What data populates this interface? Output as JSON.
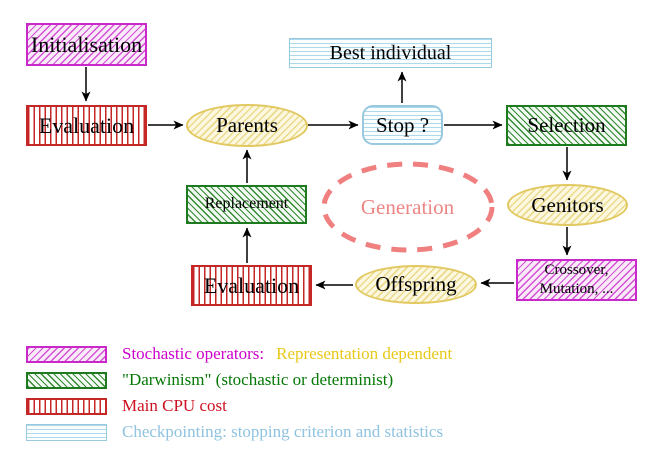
{
  "diagram_type": "evolutionary-algorithm-flowchart",
  "nodes": {
    "initialisation": "Initialisation",
    "evaluation_top": "Evaluation",
    "parents": "Parents",
    "best_individual": "Best individual",
    "stop": "Stop ?",
    "selection": "Selection",
    "replacement": "Replacement",
    "generation": "Generation",
    "genitors": "Genitors",
    "crossover_line1": "Crossover,",
    "crossover_line2": "Mutation, ...",
    "offspring": "Offspring",
    "evaluation_bottom": "Evaluation"
  },
  "edges": [
    {
      "from": "Initialisation",
      "to": "Evaluation (top)"
    },
    {
      "from": "Evaluation (top)",
      "to": "Parents"
    },
    {
      "from": "Parents",
      "to": "Stop ?"
    },
    {
      "from": "Stop ?",
      "to": "Best individual"
    },
    {
      "from": "Stop ?",
      "to": "Selection"
    },
    {
      "from": "Selection",
      "to": "Genitors"
    },
    {
      "from": "Genitors",
      "to": "Crossover, Mutation, ..."
    },
    {
      "from": "Crossover, Mutation, ...",
      "to": "Offspring"
    },
    {
      "from": "Offspring",
      "to": "Evaluation (bottom)"
    },
    {
      "from": "Evaluation (bottom)",
      "to": "Replacement"
    },
    {
      "from": "Replacement",
      "to": "Parents"
    }
  ],
  "legend": {
    "rows": [
      {
        "pattern": "magenta-diagonal-hatch",
        "label": "Stochastic operators:",
        "label2": "Representation dependent"
      },
      {
        "pattern": "green-diagonal-hatch",
        "label": "\"Darwinism\" (stochastic or determinist)"
      },
      {
        "pattern": "red-vertical-stripes",
        "label": "Main CPU cost"
      },
      {
        "pattern": "cyan-horizontal-stripes",
        "label": "Checkpointing: stopping criterion and statistics"
      }
    ]
  },
  "colors": {
    "magenta": "#C929C9",
    "green": "#1E7A1E",
    "crimson": "#C52626",
    "light_blue": "#99C9DF",
    "yellow": "#E2C860",
    "salmon": "#F08080",
    "magenta_text": "#CC00CC",
    "gold_text": "#E8C818",
    "green_text": "#067806",
    "crimson_text": "#CC1122",
    "blue_text": "#8FC3E0",
    "salmon_text": "#EE8585",
    "node_text": "#000000"
  }
}
